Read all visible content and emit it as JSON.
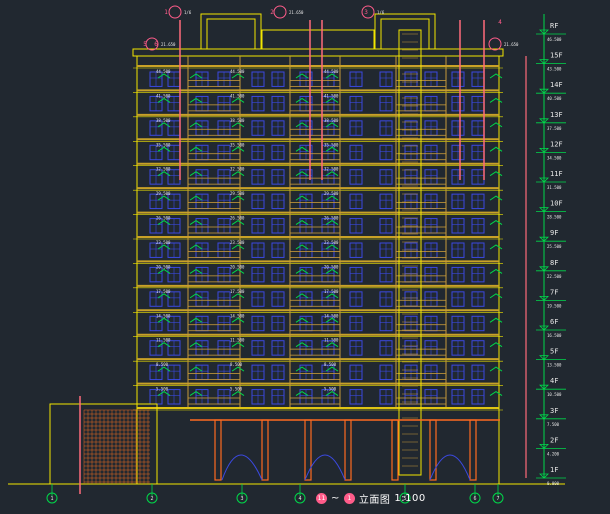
{
  "title": {
    "start_axis": "11",
    "end_axis": "1",
    "label": "立面图",
    "scale": "1:100"
  },
  "colors": {
    "background": "#212830",
    "facade": "#f2e600",
    "floor_band": "#c9a227",
    "window": "#3b49e0",
    "mullion": "#c79a3a",
    "annotation": "#00d84a",
    "leader": "#ff6a7a",
    "label_text": "#e8e8e8",
    "bubble": "#ff5c8a",
    "grid_frame": "#e86a20",
    "pillar": "#ff6a20",
    "white": "#ffffff"
  },
  "levels": [
    {
      "label": "1F",
      "elev": "0.000"
    },
    {
      "label": "2F",
      "elev": "4.200"
    },
    {
      "label": "3F",
      "elev": "7.500"
    },
    {
      "label": "4F",
      "elev": "10.500"
    },
    {
      "label": "5F",
      "elev": "13.500"
    },
    {
      "label": "6F",
      "elev": "16.500"
    },
    {
      "label": "7F",
      "elev": "19.500"
    },
    {
      "label": "8F",
      "elev": "22.500"
    },
    {
      "label": "9F",
      "elev": "25.500"
    },
    {
      "label": "10F",
      "elev": "28.500"
    },
    {
      "label": "11F",
      "elev": "31.500"
    },
    {
      "label": "12F",
      "elev": "34.500"
    },
    {
      "label": "13F",
      "elev": "37.500"
    },
    {
      "label": "14F",
      "elev": "40.500"
    },
    {
      "label": "15F",
      "elev": "43.500"
    },
    {
      "label": "RF",
      "elev": "46.500"
    }
  ],
  "left_elevations": [
    "44.500",
    "41.500",
    "38.500",
    "35.500",
    "32.500",
    "29.500",
    "26.500",
    "23.500",
    "20.500",
    "17.500",
    "14.500",
    "11.500",
    "8.500",
    "5.500"
  ],
  "top_tags": [
    "1/6",
    "21.650",
    "1/6",
    "21.650",
    "21.650"
  ],
  "bottom_axes": [
    "1",
    "2",
    "3",
    "4",
    "5",
    "6",
    "7"
  ],
  "top_axes": [
    "1",
    "2",
    "3",
    "4",
    "5",
    "6"
  ]
}
